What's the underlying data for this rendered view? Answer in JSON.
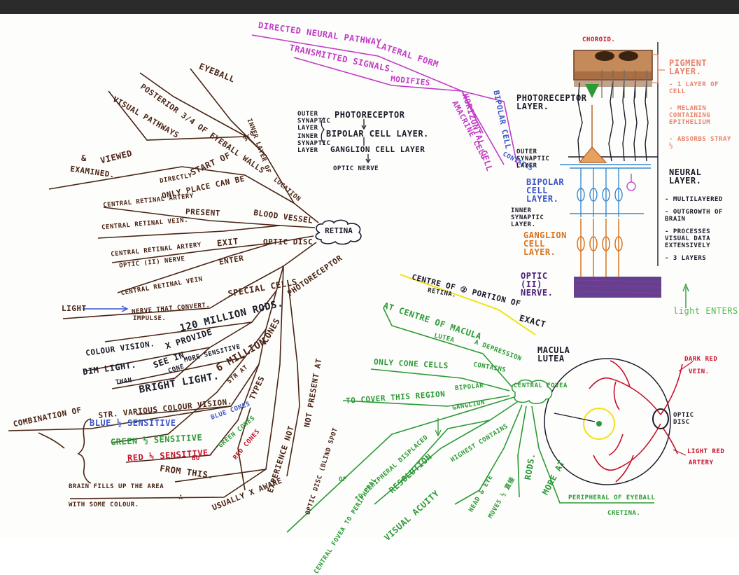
{
  "center": "RETINA",
  "branches_left": [
    {
      "key": "eyeball",
      "text": "EYEBALL"
    },
    {
      "key": "posterior",
      "text": "POSTERIOR 3/4 OF EYEBALL WALLS"
    },
    {
      "key": "inner_layer",
      "text": "INNER LAYER OF"
    },
    {
      "key": "third",
      "text": "3rd"
    },
    {
      "key": "visual_pathways",
      "text": "VISUAL PATHWAYS"
    },
    {
      "key": "start_of",
      "text": "START OF"
    },
    {
      "key": "location",
      "text": "LOCATION"
    },
    {
      "key": "viewed",
      "text": "VIEWED"
    },
    {
      "key": "amp",
      "text": "&"
    },
    {
      "key": "examined",
      "text": "EXAMINED."
    },
    {
      "key": "only_place",
      "text": "ONLY PLACE CAN BE"
    },
    {
      "key": "directly",
      "text": "DIRECTLY"
    },
    {
      "key": "blood_vessel",
      "text": "BLOOD VESSEL"
    },
    {
      "key": "central_retinal_artery1",
      "text": "CENTRAL RETINAL ARTERY"
    },
    {
      "key": "present",
      "text": "PRESENT"
    },
    {
      "key": "central_retinal_vein1",
      "text": "CENTRAL RETINAL VEIN."
    },
    {
      "key": "central_retinal_artery2",
      "text": "CENTRAL RETINAL ARTERY"
    },
    {
      "key": "exit",
      "text": "EXIT"
    },
    {
      "key": "optic_disc",
      "text": "OPTIC DISC"
    },
    {
      "key": "optic_nerve",
      "text": "OPTIC (II) NERVE"
    },
    {
      "key": "enter",
      "text": "ENTER"
    },
    {
      "key": "central_retinal_vein2",
      "text": "CENTRAL RETINAL VEIN"
    },
    {
      "key": "photoreceptor",
      "text": "PHOTORECEPTOR"
    },
    {
      "key": "special_cells",
      "text": "SPECIAL CELLS"
    },
    {
      "key": "light",
      "text": "LIGHT"
    },
    {
      "key": "nerve_convert",
      "text": "NERVE THAT CONVERT."
    },
    {
      "key": "impulse",
      "text": "IMPULSE."
    },
    {
      "key": "rods_count",
      "text": "120 MILLION RODS."
    },
    {
      "key": "x_provide",
      "text": "X PROVIDE"
    },
    {
      "key": "colour_vision",
      "text": "COLOUR VISION."
    },
    {
      "key": "see_in_dim",
      "text": "SEE IN"
    },
    {
      "key": "more_sensitive",
      "text": "MORE SENSITIVE"
    },
    {
      "key": "than",
      "text": "THAN"
    },
    {
      "key": "cone",
      "text": "CONE"
    },
    {
      "key": "dim_light",
      "text": "DIM LIGHT."
    },
    {
      "key": "bright_light",
      "text": "BRIGHT LIGHT."
    },
    {
      "key": "cones_million",
      "text": "6 MILLION"
    },
    {
      "key": "cones",
      "text": "CONES"
    },
    {
      "key": "str_at",
      "text": "STR AT"
    },
    {
      "key": "types",
      "text": "TYPES"
    },
    {
      "key": "not_present",
      "text": "NOT PRESENT AT"
    },
    {
      "key": "combination",
      "text": "COMBINATION OF"
    },
    {
      "key": "str_various",
      "text": "STR. VARIOUS COLOUR VISION."
    },
    {
      "key": "blue_cones",
      "text": "BLUE CONES"
    },
    {
      "key": "green_cones",
      "text": "GREEN CONES"
    },
    {
      "key": "red_cones",
      "text": "RED CONES"
    },
    {
      "key": "blue_sensitive",
      "text": "BLUE ½ SENSITIVE"
    },
    {
      "key": "green_sensitive",
      "text": "GREEN ½ SENSITIVE"
    },
    {
      "key": "red_sensitive",
      "text": "RED ½ SENSITIVE."
    },
    {
      "key": "bo",
      "text": "BO"
    },
    {
      "key": "experience",
      "text": "EXPERIENCE NOT"
    },
    {
      "key": "from_this",
      "text": "FROM THIS."
    },
    {
      "key": "optic_disc_blind",
      "text": "OPTIC DISC (BLIND SPOT"
    },
    {
      "key": "usually_aware",
      "text": "USUALLY X AWARE"
    },
    {
      "key": "brain_fills",
      "text": "BRAIN FILLS UP THE AREA"
    },
    {
      "key": "with_colour",
      "text": "WITH SOME COLOUR."
    },
    {
      "key": "therefore",
      "text": "∴"
    }
  ],
  "layers_middle": [
    {
      "key": "outer_synaptic",
      "text": "OUTER SYNAPTIC LAYER"
    },
    {
      "key": "photoreceptor_layer",
      "text": "PHOTORECEPTOR"
    },
    {
      "key": "bipolar_layer",
      "text": "BIPOLAR CELL LAYER."
    },
    {
      "key": "inner_synaptic",
      "text": "INNER SYNAPTIC LAYER"
    },
    {
      "key": "ganglion_layer",
      "text": "GANGLION CELL LAYER"
    },
    {
      "key": "optic_nerve_mid",
      "text": "OPTIC NERVE"
    }
  ],
  "branches_top": [
    {
      "key": "directed",
      "text": "DIRECTED NEURAL PATHWAY"
    },
    {
      "key": "lateral",
      "text": "LATERAL FORM"
    },
    {
      "key": "transmitted",
      "text": "TRANSMITTED SIGNALS."
    },
    {
      "key": "modifies",
      "text": "MODIFIES"
    },
    {
      "key": "horizontal",
      "text": "HORIZONTAL CELL"
    },
    {
      "key": "amacrine",
      "text": "AMACRINE CELL"
    },
    {
      "key": "bipolar_cell",
      "text": "BIPOLAR CELL"
    },
    {
      "key": "contains",
      "text": "CONTAINS"
    }
  ],
  "retina_diagram": [
    {
      "key": "choroid",
      "text": "CHOROID."
    },
    {
      "key": "pigment_layer",
      "text": "PIGMENT LAYER."
    },
    {
      "key": "one_layer",
      "text": "- 1 LAYER OF CELL"
    },
    {
      "key": "melanin",
      "text": "- MELANIN CONTAINING EPITHELIUM"
    },
    {
      "key": "absorbs",
      "text": "- ABSORBS STRAY ½"
    },
    {
      "key": "photoreceptor_diag",
      "text": "PHOTORECEPTOR LAYER."
    },
    {
      "key": "outer_syn_diag",
      "text": "OUTER SYNAPTIC LAYER"
    },
    {
      "key": "bipolar_diag",
      "text": "BIPOLAR CELL LAYER."
    },
    {
      "key": "inner_syn_diag",
      "text": "INNER SYNAPTIC LAYER."
    },
    {
      "key": "ganglion_diag",
      "text": "GANGLION CELL LAYER."
    },
    {
      "key": "optic_diag",
      "text": "OPTIC (II) NERVE."
    },
    {
      "key": "neural_layer",
      "text": "NEURAL LAYER."
    },
    {
      "key": "multilayered",
      "text": "- MULTILAYERED"
    },
    {
      "key": "outgrowth",
      "text": "- OUTGROWTH OF BRAIN"
    },
    {
      "key": "processes",
      "text": "- PROCESSES VISUAL DATA EXTENSIVELY"
    },
    {
      "key": "three_layers",
      "text": "- 3 LAYERS"
    },
    {
      "key": "light_enters",
      "text": "light ENTERS."
    }
  ],
  "macula_section": [
    {
      "key": "centre_of",
      "text": "CENTRE OF ② PORTION OF"
    },
    {
      "key": "retina_small",
      "text": "RETINA."
    },
    {
      "key": "exact",
      "text": "EXACT"
    },
    {
      "key": "macula_lutea",
      "text": "MACULA LUTEA"
    },
    {
      "key": "at_centre",
      "text": "AT CENTRE OF MACULA"
    },
    {
      "key": "lutea",
      "text": "LUTEA"
    },
    {
      "key": "depression",
      "text": "A DEPRESSION"
    },
    {
      "key": "central_fovea",
      "text": "CENTRAL FOVEA"
    },
    {
      "key": "only_cone",
      "text": "ONLY CONE CELLS"
    },
    {
      "key": "contains_f",
      "text": "CONTAINS"
    },
    {
      "key": "bipolar_f",
      "text": "BIPOLAR"
    },
    {
      "key": "ganglion_f",
      "text": "GANGLION"
    },
    {
      "key": "cover_region",
      "text": "TO COVER THIS REGION"
    },
    {
      "key": "peripheral_displace",
      "text": "TO PERIPHERAL DISPLACED"
    },
    {
      "key": "resolution",
      "text": "RESOLUTION"
    },
    {
      "key": "visual_acuity",
      "text": "VISUAL ACUITY"
    },
    {
      "key": "highest",
      "text": "HIGHEST CONTAINS"
    },
    {
      "key": "central_to_peripheral",
      "text": "CENTRAL FOVEA TO PERIPHERAL"
    },
    {
      "key": "of",
      "text": "OF"
    },
    {
      "key": "head_eye",
      "text": "HEAD & EYE"
    },
    {
      "key": "moves",
      "text": "MOVES ½ 直接"
    },
    {
      "key": "rods_f",
      "text": "RODS."
    },
    {
      "key": "more_at",
      "text": "MORE AT"
    },
    {
      "key": "peripheral_eyeball",
      "text": "PERIPHERAL OF EYEBALL"
    },
    {
      "key": "cretina",
      "text": "CRETINA."
    },
    {
      "key": "dark_red",
      "text": "DARK RED"
    },
    {
      "key": "vein_r",
      "text": "VEIN."
    },
    {
      "key": "optic_disc_r",
      "text": "OPTIC DISC"
    },
    {
      "key": "light_red",
      "text": "LIGHT RED"
    },
    {
      "key": "artery_r",
      "text": "ARTERY"
    }
  ],
  "colors": {
    "brown": "#4a2415",
    "purple": "#c13ac8",
    "green": "#2c9a36",
    "blue": "#3a55c9",
    "red": "#c4122a",
    "orange": "#d7731e",
    "salmon": "#e8826a",
    "yellow": "#f2e21a"
  },
  "icons": [
    "brain-bubble-icon",
    "arrow-icon",
    "eye-fundus-icon",
    "retina-cells-icon"
  ]
}
